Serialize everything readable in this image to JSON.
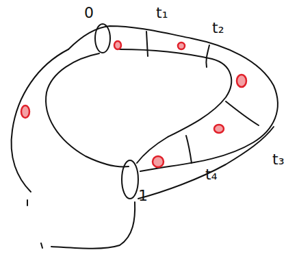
{
  "diagram": {
    "labels": [
      "0",
      "t₁",
      "t₂",
      "t₃",
      "t₄",
      "1"
    ]
  }
}
